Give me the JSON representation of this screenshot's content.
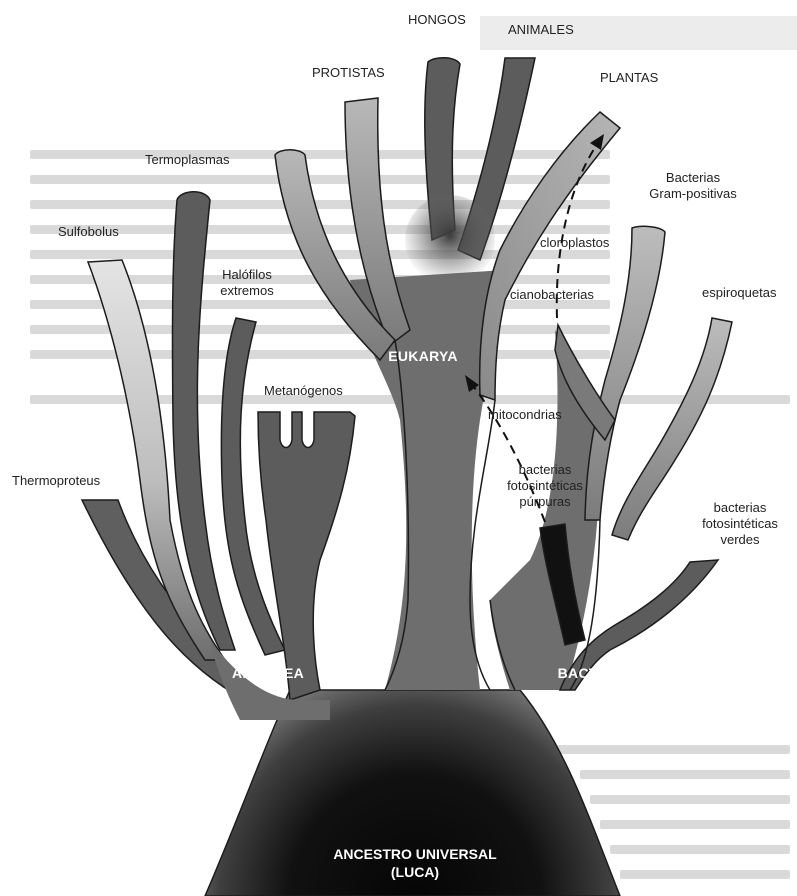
{
  "labels": {
    "hongos": "HONGOS",
    "animales": "ANIMALES",
    "protistas": "PROTISTAS",
    "plantas": "PLANTAS",
    "termoplasmas": "Termoplasmas",
    "bacterias_gram_1": "Bacterias",
    "bacterias_gram_2": "Gram-positivas",
    "sulfobolus": "Sulfobolus",
    "halofilos_1": "Halófilos",
    "halofilos_2": "extremos",
    "cloroplastos": "cloroplastos",
    "cianobacterias": "cianobacterias",
    "espiroquetas": "espiroquetas",
    "metanogenos": "Metanógenos",
    "mitocondrias": "mitocondrias",
    "purpuras_1": "bacterias",
    "purpuras_2": "fotosintéticas",
    "purpuras_3": "púrpuras",
    "thermoproteus": "Thermoproteus",
    "verdes_1": "bacterias",
    "verdes_2": "fotosintéticas",
    "verdes_3": "verdes"
  },
  "domains": {
    "eukarya": "EUKARYA",
    "archaea": "ARCHAEA",
    "bacteria": "BACTERIA"
  },
  "root": {
    "line1": "ANCESTRO UNIVERSAL",
    "line2": "(LUCA)"
  },
  "colors": {
    "trunk": "#6e6e6e",
    "branch_dark": "#5c5c5c",
    "branch_light": "#bdbdbd",
    "root_dark": "#0b0b0b",
    "outline": "#1c1c1c"
  }
}
